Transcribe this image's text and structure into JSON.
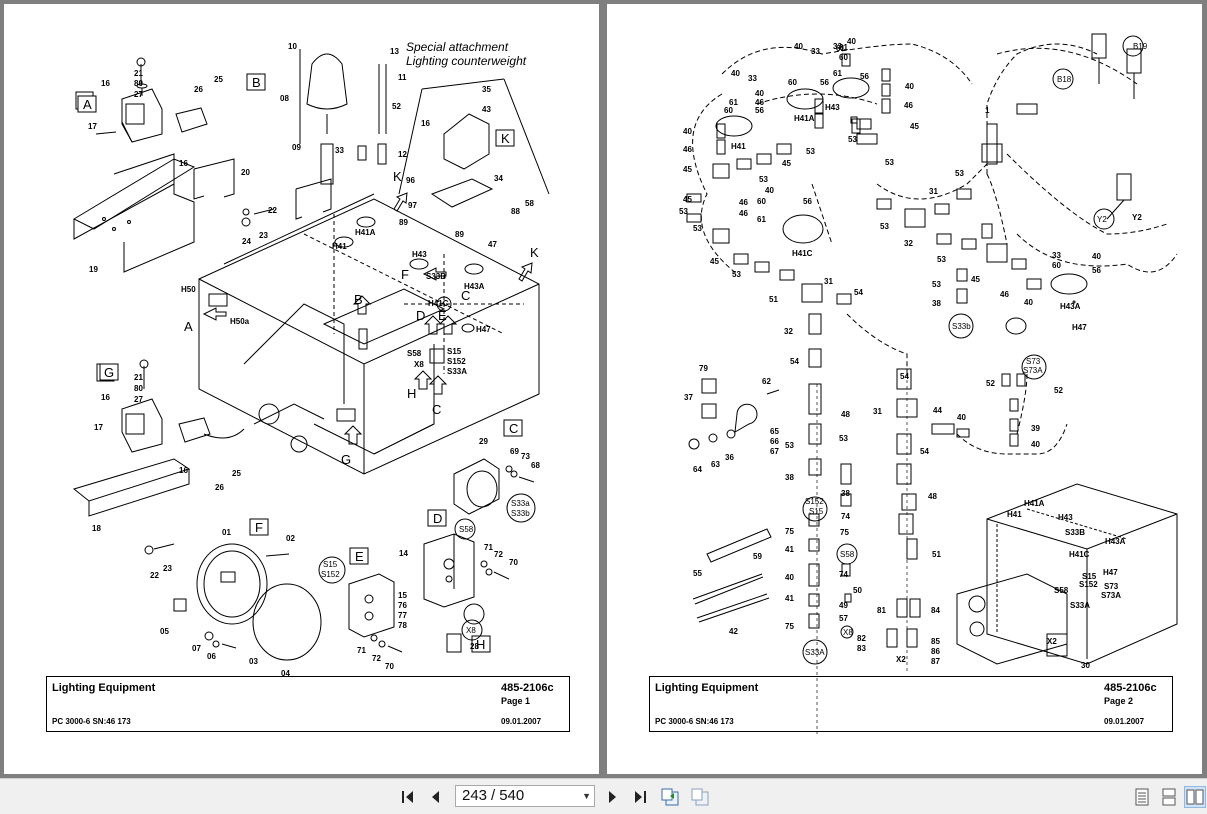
{
  "pages": [
    {
      "title": "Lighting Equipment",
      "doc_number": "485-2106c",
      "page_label": "Page 1",
      "model": "PC 3000-6 SN:46 173",
      "date": "09.01.2007",
      "annotations": {
        "special_attachment": "Special attachment",
        "lighting_counterweight": "Lighting counterweight"
      }
    },
    {
      "title": "Lighting Equipment",
      "doc_number": "485-2106c",
      "page_label": "Page 2",
      "model": "PC 3000-6 SN:46 173",
      "date": "09.01.2007"
    }
  ],
  "toolbar": {
    "current_page": "243",
    "separator": "/",
    "total_pages": "540",
    "dropdown_glyph": "▼",
    "icons": [
      "first-page-icon",
      "prev-page-icon",
      "next-page-icon",
      "last-page-icon",
      "go-back-icon",
      "go-forward-icon",
      "single-page-view-icon",
      "continuous-view-icon",
      "two-page-view-icon"
    ]
  }
}
